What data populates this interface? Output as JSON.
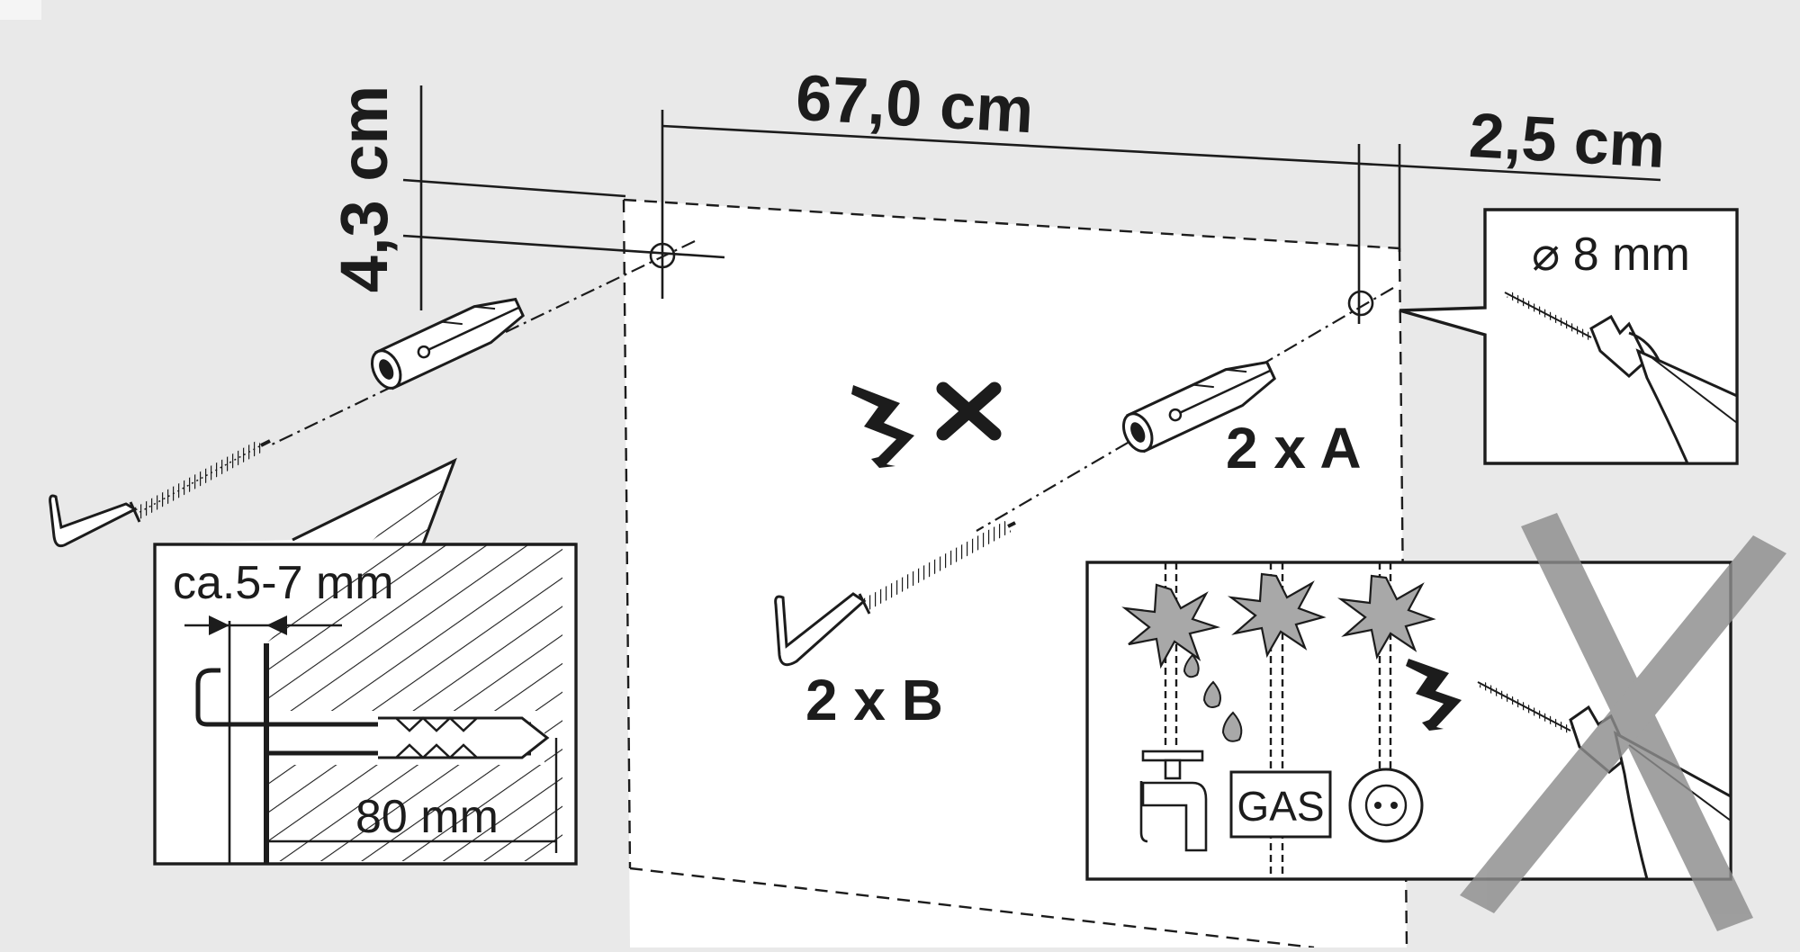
{
  "dimensions": {
    "width_label": "67,0 cm",
    "height_label": "4,3 cm",
    "offset_label": "2,5 cm"
  },
  "drill_callout": {
    "diameter_label": "⌀ 8 mm",
    "icon": "drill-icon"
  },
  "parts": {
    "anchor_label": "2 x A",
    "hook_label": "2 x B"
  },
  "cross_section": {
    "gap_label": "ca.5-7 mm",
    "depth_label": "80 mm"
  },
  "warnings": {
    "no_power_icon": "lightning-cross-icon",
    "gas_label": "GAS",
    "icons": [
      "water-tap-icon",
      "gas-box-icon",
      "power-socket-icon",
      "lightning-icon",
      "forbidden-cross-icon"
    ]
  },
  "colors": {
    "line": "#1c1c1c",
    "background": "#e9e9e9",
    "panel": "#ffffff",
    "star": "#a8a8a8",
    "forbidden_cross": "#8d8d8d"
  }
}
